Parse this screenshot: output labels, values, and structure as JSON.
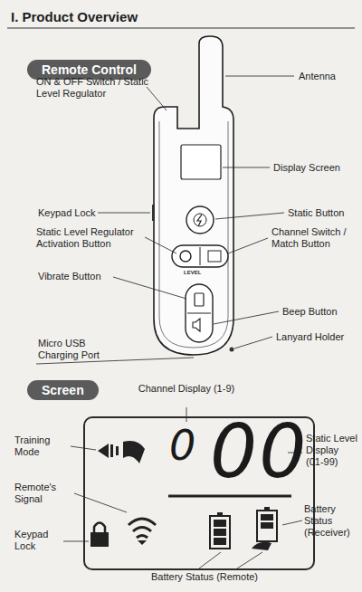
{
  "diagram": {
    "title": "I. Product Overview",
    "nodes": [
      {
        "text": [
          "Remote Control"
        ]
      },
      {
        "text": [
          "Screen"
        ]
      },
      {
        "text": [
          "0",
          "00"
        ]
      }
    ],
    "labels": [
      "ON & OFF Switch / Static Level Regulator",
      "Antenna",
      "Display Screen",
      "Keypad Lock",
      "Static Button",
      "Static Level Regulator Activation Button",
      "Channel Switch / Match Button",
      "LEVEL",
      "Vibrate Button",
      "Beep Button",
      "Lanyard Holder",
      "Micro USB Charging Port",
      "Channel Display (1-9)",
      "Training Mode",
      "Static Level Display (01-99)",
      "Remote's Signal",
      "Keypad Lock",
      "Battery Status (Receiver)",
      "Battery Status (Remote)"
    ]
  }
}
